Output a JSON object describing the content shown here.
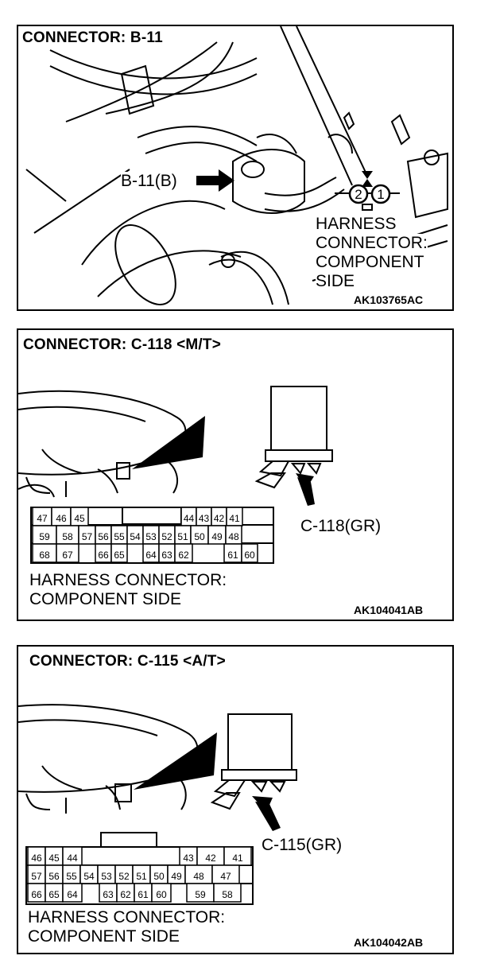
{
  "panels": [
    {
      "title": "CONNECTOR: B-11",
      "label": "B-11(B)",
      "pins": [
        "2",
        "1"
      ],
      "caption": [
        "HARNESS",
        "CONNECTOR:",
        "COMPONENT",
        "SIDE"
      ],
      "code": "AK103765AC"
    },
    {
      "title": "CONNECTOR: C-118 <M/T>",
      "label": "C-118(GR)",
      "rows": [
        [
          "47",
          "46",
          "45",
          "44",
          "43",
          "42",
          "41"
        ],
        [
          "59",
          "58",
          "57",
          "56",
          "55",
          "54",
          "53",
          "52",
          "51",
          "50",
          "49",
          "48"
        ],
        [
          "68",
          "67",
          "66",
          "65",
          "64",
          "63",
          "62",
          "61",
          "60"
        ]
      ],
      "caption": [
        "HARNESS CONNECTOR:",
        "COMPONENT SIDE"
      ],
      "code": "AK104041AB"
    },
    {
      "title": "CONNECTOR: C-115 <A/T>",
      "label": "C-115(GR)",
      "rows": [
        [
          "46",
          "45",
          "44",
          "43",
          "42",
          "41"
        ],
        [
          "57",
          "56",
          "55",
          "54",
          "53",
          "52",
          "51",
          "50",
          "49",
          "48",
          "47"
        ],
        [
          "66",
          "65",
          "64",
          "63",
          "62",
          "61",
          "60",
          "59",
          "58"
        ]
      ],
      "caption": [
        "HARNESS CONNECTOR:",
        "COMPONENT SIDE"
      ],
      "code": "AK104042AB"
    }
  ]
}
